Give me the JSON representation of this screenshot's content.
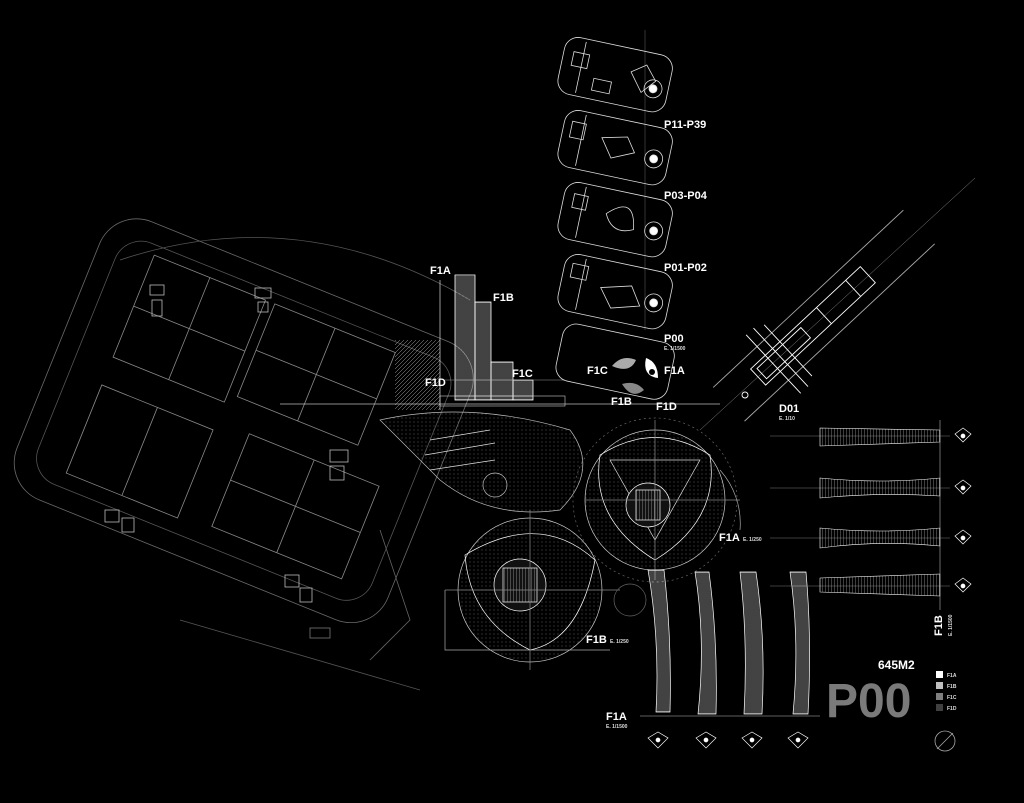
{
  "sheet": {
    "labels": {
      "p11_p39": "P11-P39",
      "p03_p04": "P03-P04",
      "p01_p02": "P01-P02",
      "p00": "P00",
      "p00_scale": "E. 1/1500",
      "f1a_tower": "F1A",
      "f1b_tower": "F1B",
      "f1c_tower": "F1C",
      "f1d_tower": "F1D",
      "f1c_key": "F1C",
      "f1a_key": "F1A",
      "f1b_key": "F1B",
      "f1d_key": "F1D",
      "d01": "D01",
      "d01_scale": "E. 1/10",
      "f1a_plan": "F1A",
      "f1a_plan_scale": "E. 1/250",
      "f1b_plan": "F1B",
      "f1b_plan_scale": "E. 1/250",
      "f1a_elev": "F1A",
      "f1a_elev_scale": "E. 1/1500",
      "f1b_side": "F1B",
      "f1b_side_scale": "E. 1/1500",
      "area": "645M2",
      "title": "P00"
    },
    "legend": [
      {
        "label": "F1A",
        "color": "#ffffff"
      },
      {
        "label": "F1B",
        "color": "#bfbfbf"
      },
      {
        "label": "F1C",
        "color": "#7f7f7f"
      },
      {
        "label": "F1D",
        "color": "#404040"
      }
    ],
    "colors": {
      "background": "#000000",
      "linework": "#ffffff",
      "title_grey": "#7a7a7a"
    }
  }
}
